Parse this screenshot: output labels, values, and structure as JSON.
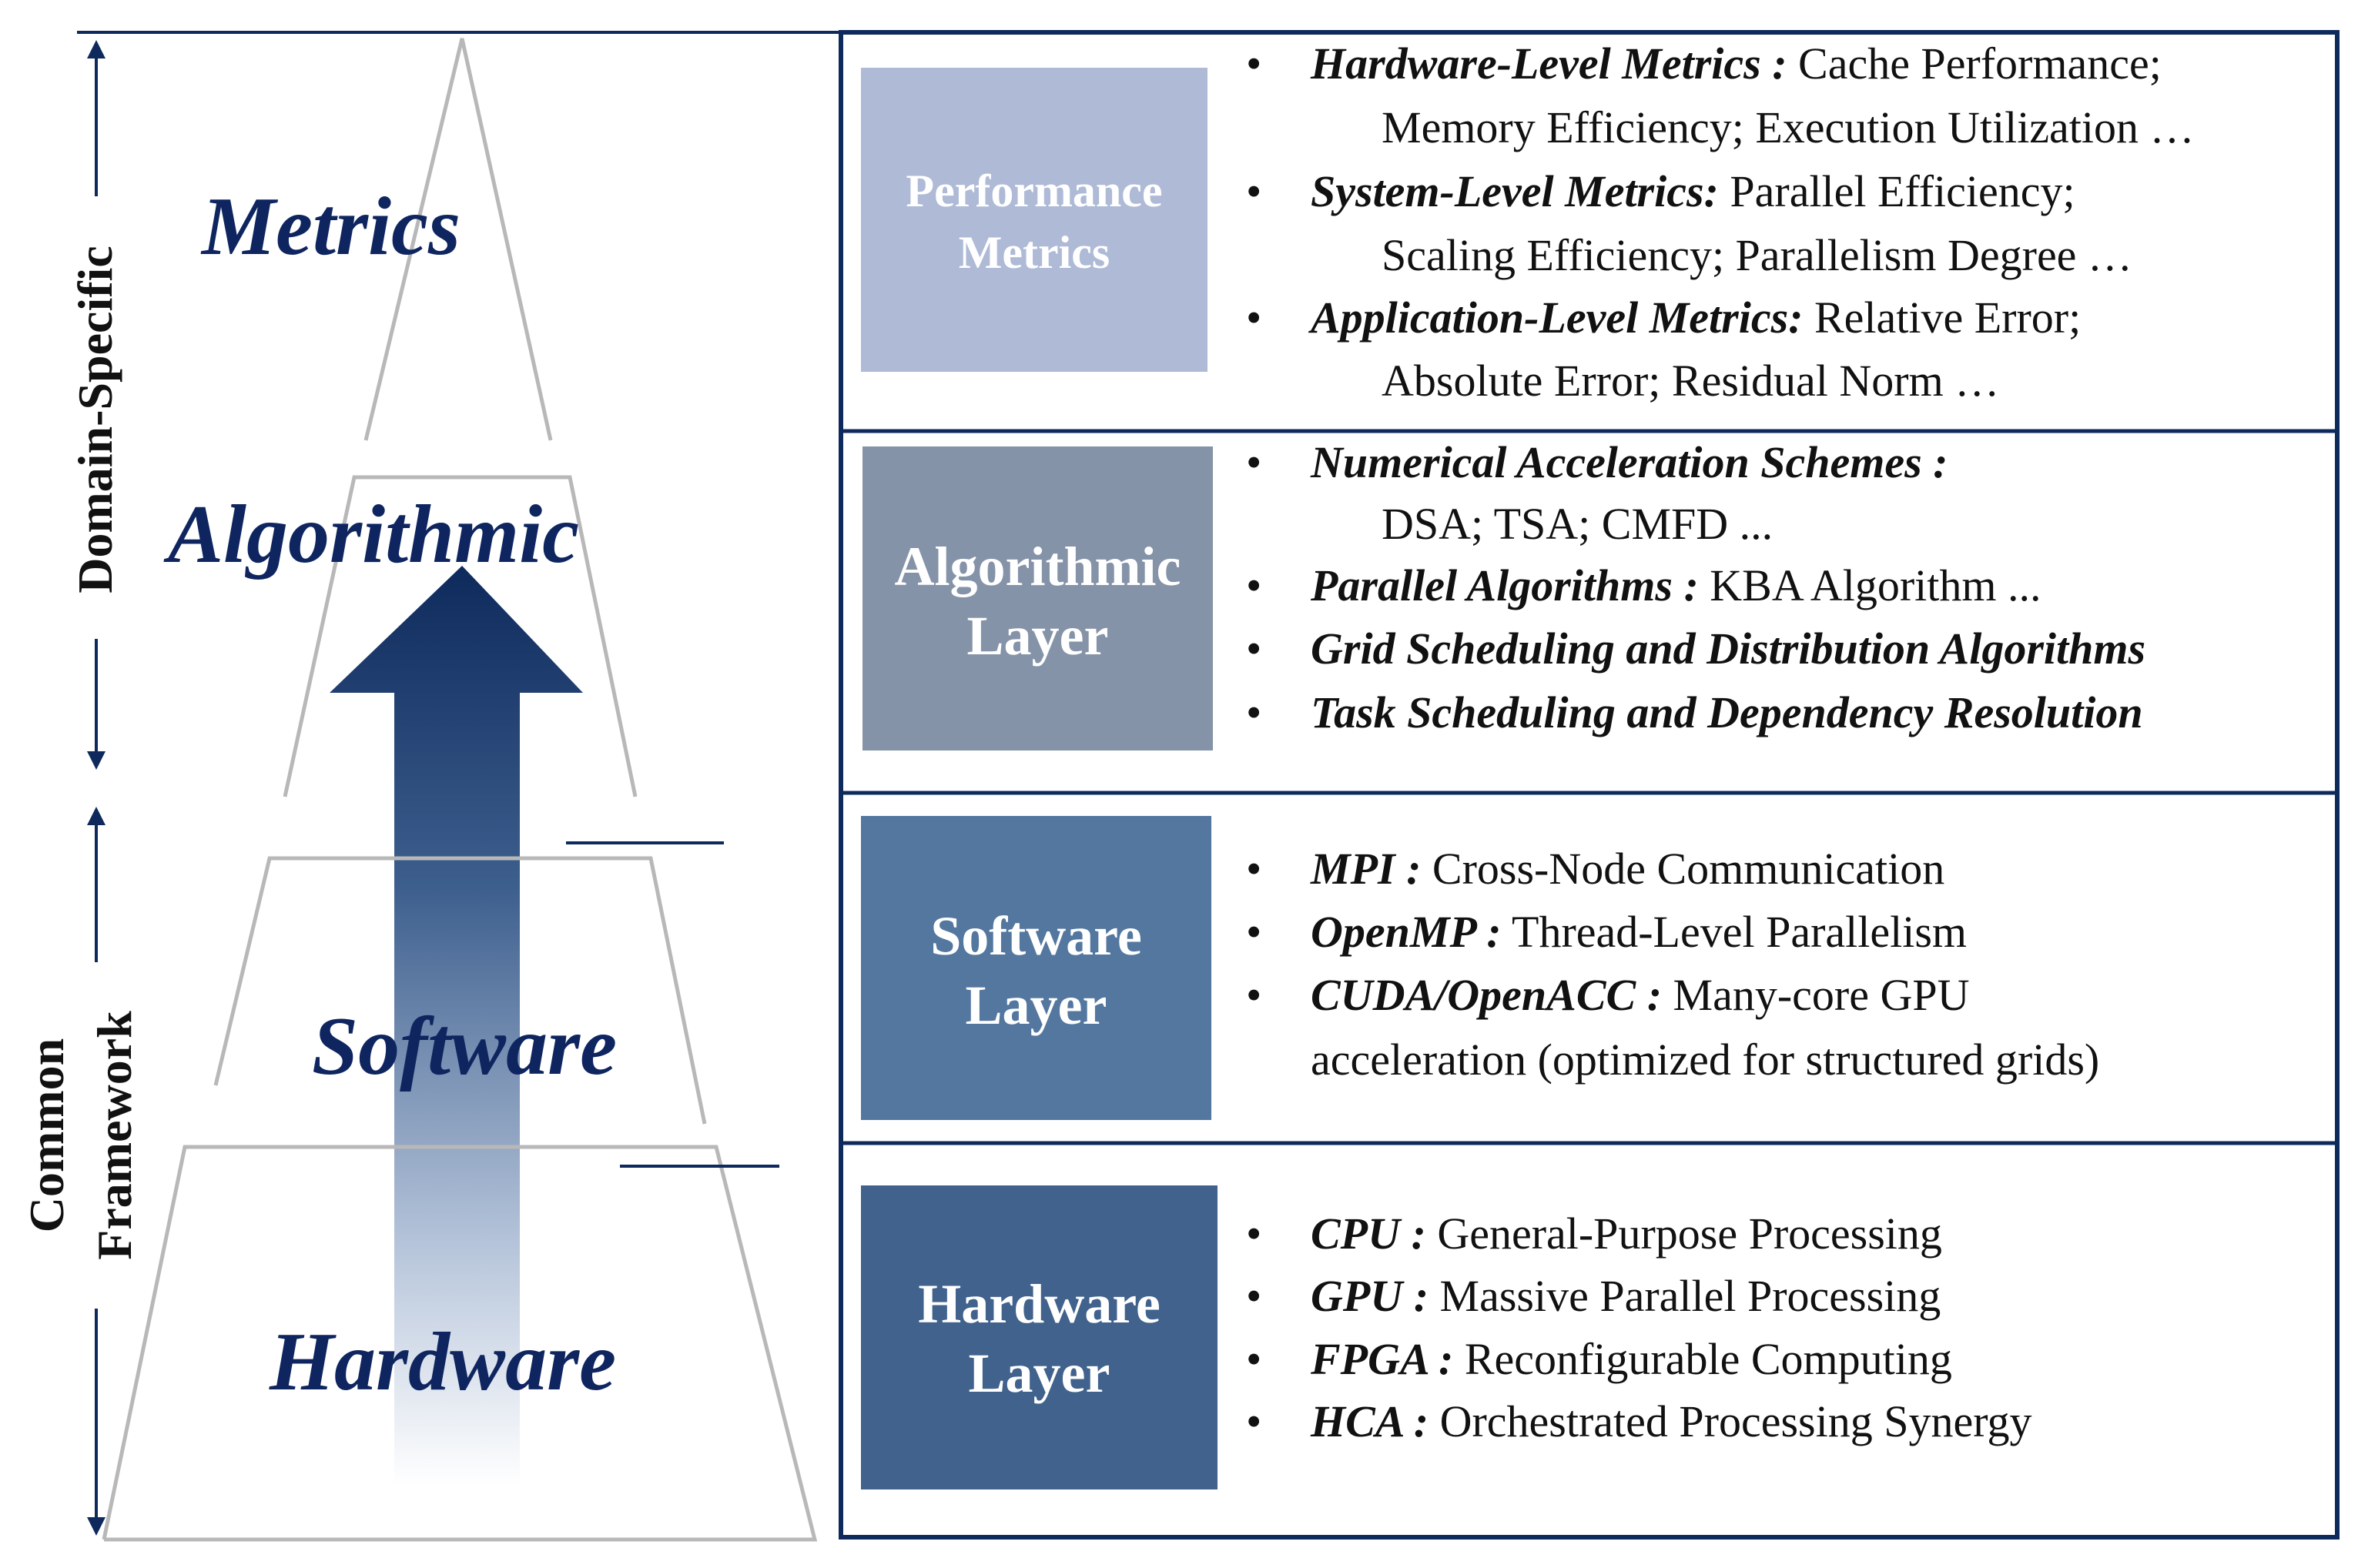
{
  "colors": {
    "border": "#0e2a5c",
    "pyramid_label": "#0e2560",
    "box_metrics": "#aebad6",
    "box_algorithmic": "#8593a8",
    "box_software": "#54779f",
    "box_hardware": "#40628c",
    "arrow_top": "#0e2a5c",
    "pyramid_edge": "#b8b8b8"
  },
  "pyramid": {
    "labels": {
      "metrics": "Metrics",
      "algorithmic": "Algorithmic",
      "software": "Software",
      "hardware": "Hardware"
    },
    "brackets": {
      "domain_specific": "Domain-Specific",
      "common_line1": "Common",
      "common_line2": "Framework"
    }
  },
  "layers": [
    {
      "box_title_lines": [
        "Performance",
        "Metrics"
      ],
      "items": [
        {
          "head": "Hardware-Level Metrics :",
          "text": "Cache Performance;",
          "cont": [
            "Memory Efficiency; Execution Utilization …"
          ]
        },
        {
          "head": "System-Level Metrics:",
          "text": "Parallel Efficiency;",
          "cont": [
            "Scaling Efficiency; Parallelism Degree …"
          ]
        },
        {
          "head": "Application-Level Metrics:",
          "text": "Relative Error;",
          "cont": [
            "Absolute Error; Residual Norm …"
          ]
        }
      ]
    },
    {
      "box_title_lines": [
        "Algorithmic",
        "Layer"
      ],
      "items": [
        {
          "head": "Numerical Acceleration Schemes :",
          "text": "",
          "cont": [
            "DSA; TSA; CMFD ..."
          ]
        },
        {
          "head": "Parallel Algorithms :",
          "text": "KBA Algorithm ...",
          "cont": []
        },
        {
          "head": "Grid Scheduling and Distribution Algorithms",
          "text": "",
          "cont": []
        },
        {
          "head": "Task Scheduling and Dependency Resolution",
          "text": "",
          "cont": []
        }
      ]
    },
    {
      "box_title_lines": [
        "Software",
        "Layer"
      ],
      "items": [
        {
          "head": "MPI :",
          "text": "Cross-Node Communication",
          "cont": []
        },
        {
          "head": "OpenMP :",
          "text": "Thread-Level Parallelism",
          "cont": []
        },
        {
          "head": "CUDA/OpenACC :",
          "text": "Many-core GPU",
          "cont": [
            "acceleration (optimized for structured grids)"
          ]
        }
      ]
    },
    {
      "box_title_lines": [
        "Hardware",
        "Layer"
      ],
      "items": [
        {
          "head": "CPU :",
          "text": "General-Purpose Processing",
          "cont": []
        },
        {
          "head": "GPU :",
          "text": "Massive Parallel Processing",
          "cont": []
        },
        {
          "head": "FPGA :",
          "text": "Reconfigurable Computing",
          "cont": []
        },
        {
          "head": "HCA :",
          "text": "Orchestrated Processing Synergy",
          "cont": []
        }
      ]
    }
  ]
}
